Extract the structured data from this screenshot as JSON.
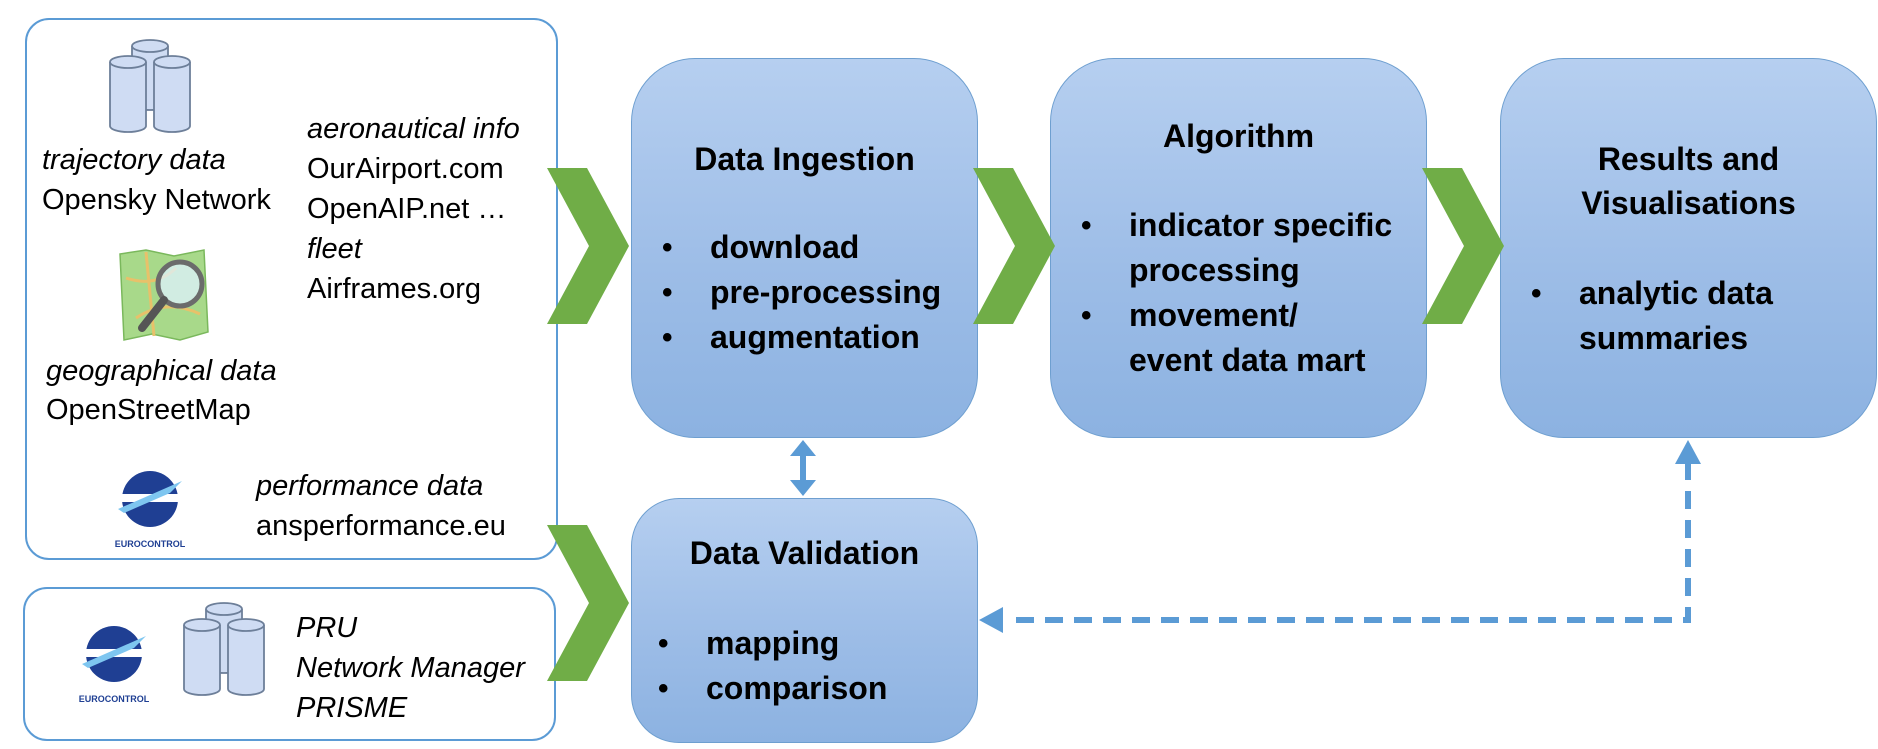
{
  "sources": {
    "trajectory_label": "trajectory data",
    "trajectory_source": "Opensky Network",
    "aero_label": "aeronautical info",
    "aero_source_1": "OurAirport.com",
    "aero_source_2": "OpenAIP.net …",
    "fleet_label": "fleet",
    "fleet_source": "Airframes.org",
    "geo_label": "geographical data",
    "geo_source": "OpenStreetMap",
    "perf_label": "performance data",
    "perf_source": "ansperformance.eu",
    "logo_text": "EUROCONTROL"
  },
  "internal_sources": {
    "line1": "PRU",
    "line2": "Network Manager",
    "line3": "PRISME",
    "logo_text": "EUROCONTROL"
  },
  "ingestion": {
    "title": "Data Ingestion",
    "items": [
      "download",
      "pre-processing",
      "augmentation"
    ]
  },
  "algorithm": {
    "title": "Algorithm",
    "items": [
      "indicator specific",
      "processing",
      "movement/",
      "event data mart"
    ]
  },
  "results": {
    "title_line1": "Results and",
    "title_line2": "Visualisations",
    "items": [
      "analytic data",
      "summaries"
    ]
  },
  "validation": {
    "title": "Data Validation",
    "items": [
      "mapping",
      "comparison"
    ]
  },
  "colors": {
    "frame": "#5b9bd5",
    "arrow_green": "#70ad47",
    "box_fill": "#9dbde7",
    "connector": "#5b9bd5"
  }
}
